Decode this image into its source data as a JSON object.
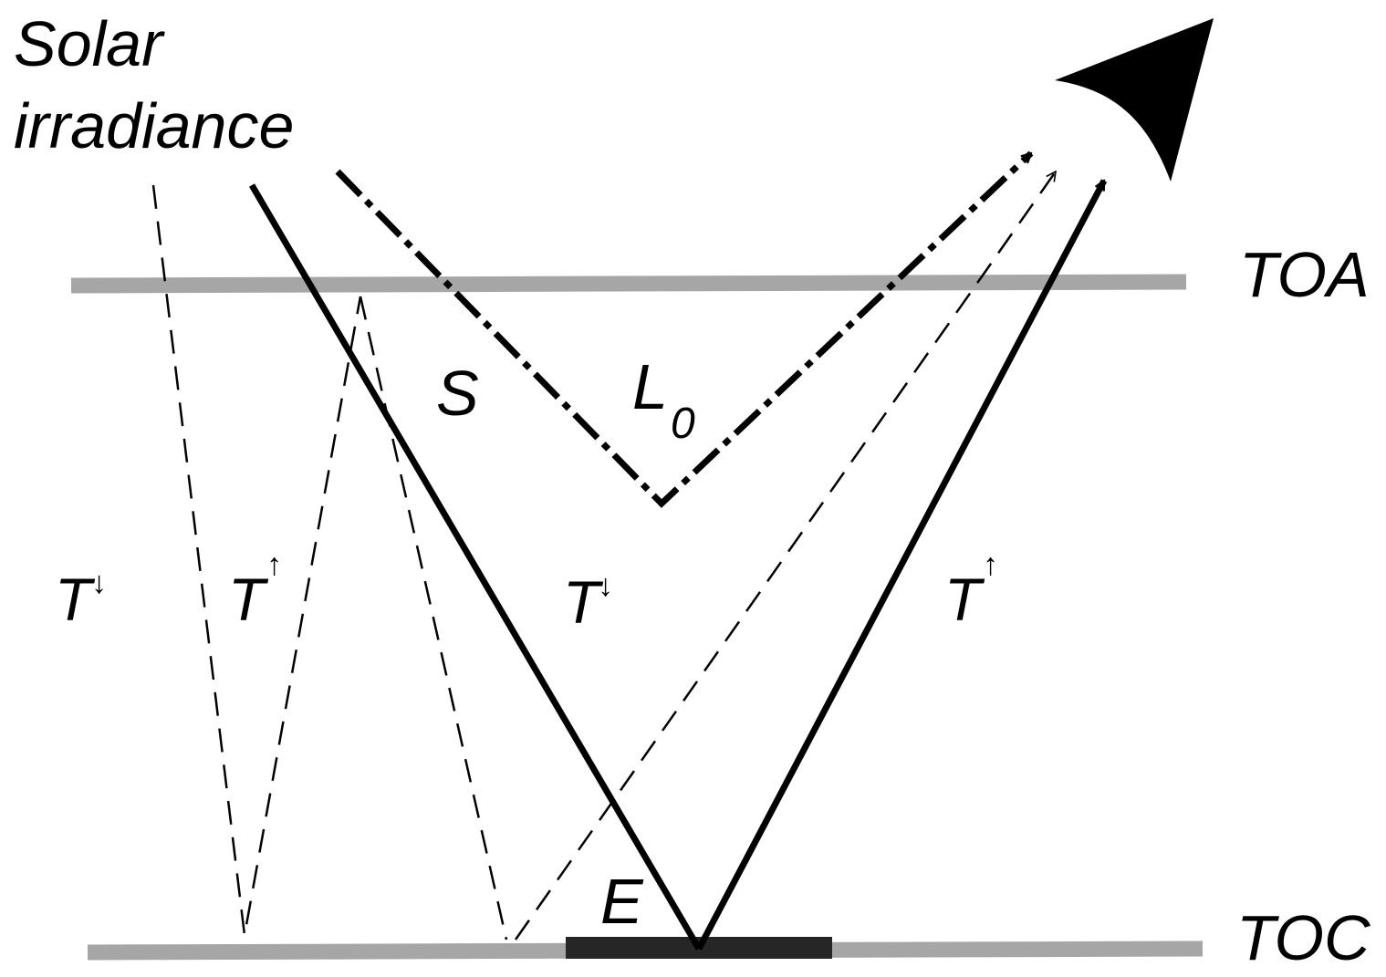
{
  "labels": {
    "solar_line1": "Solar",
    "solar_line2": "irradiance",
    "toa": "TOA",
    "toc": "TOC",
    "S": "S",
    "L": "L",
    "L_sub": "0",
    "E": "E",
    "T": "T",
    "down_arrow": "↓",
    "up_arrow": "↑"
  },
  "colors": {
    "layer": "#a6a6a6",
    "target": "#262626",
    "line": "#000000"
  }
}
